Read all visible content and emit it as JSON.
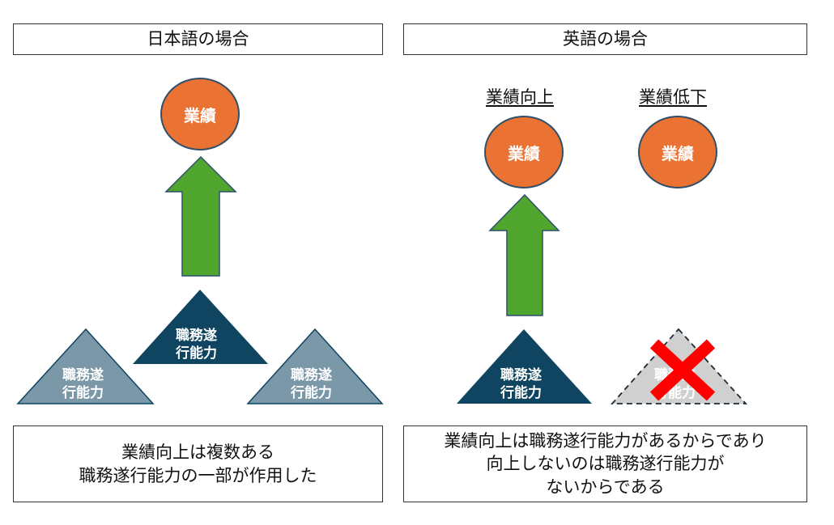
{
  "left_panel": {
    "title": "日本語の場合",
    "circle_label": "業績",
    "triangles": [
      {
        "line1": "職務遂",
        "line2": "行能力"
      },
      {
        "line1": "職務遂",
        "line2": "行能力"
      },
      {
        "line1": "職務遂",
        "line2": "行能力"
      }
    ],
    "caption": {
      "line1": "業績向上は複数ある",
      "line2": "職務遂行能力の一部が作用した"
    }
  },
  "right_panel": {
    "title": "英語の場合",
    "improve": {
      "heading": "業績向上",
      "circle_label": "業績",
      "triangle": {
        "line1": "職務遂",
        "line2": "行能力"
      }
    },
    "decline": {
      "heading": "業績低下",
      "circle_label": "業績",
      "triangle": {
        "line1": "職務遂",
        "line2": "行能力"
      }
    },
    "caption": {
      "line1": "業績向上は職務遂行能力があるからであり",
      "line2": "向上しないのは職務遂行能力が",
      "line3": "ないからである"
    }
  },
  "colors": {
    "orange": "#ea7233",
    "green": "#4fa52e",
    "navy": "#0f4560",
    "slate": "#7a98a8",
    "gray": "#d0d0d0",
    "red": "#ff0000"
  }
}
